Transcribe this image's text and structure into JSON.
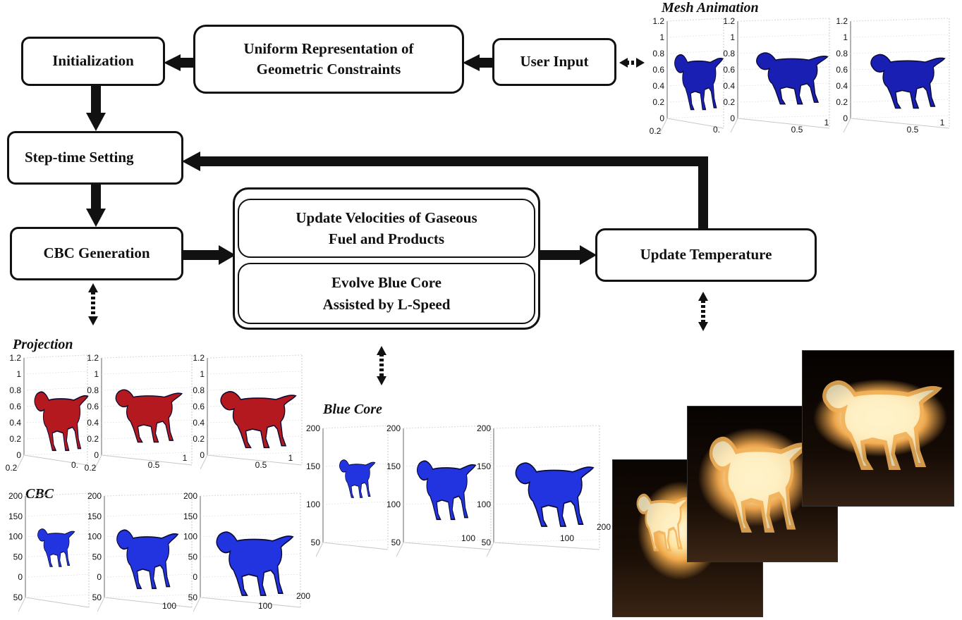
{
  "nodes": {
    "initialization": "Initialization",
    "uniform": "Uniform Representation of\nGeometric Constraints",
    "user_input": "User Input",
    "step_time": "Step-time Setting",
    "cbc_generation": "CBC Generation",
    "update_velocities": "Update Velocities of Gaseous\nFuel and Products",
    "evolve_blue_core": "Evolve Blue Core\nAssisted by L-Speed",
    "update_temperature": "Update Temperature"
  },
  "captions": {
    "mesh_animation": "Mesh Animation",
    "projection": "Projection",
    "cbc": "CBC",
    "blue_core": "Blue Core"
  },
  "axes": {
    "unit_y_ticks": [
      "1.2",
      "1",
      "0.8",
      "0.6",
      "0.4",
      "0.2",
      "0"
    ],
    "unit_bottom": [
      "0.2",
      "0.5",
      "1"
    ],
    "unit_bottom_first_panel": [
      "0.2",
      "0."
    ],
    "unit_x_ticks": [
      "0.5",
      "1"
    ],
    "grid_y_ticks": [
      "200",
      "150",
      "100",
      "50",
      "0",
      "50"
    ],
    "grid_x_ticks": [
      "100",
      "200"
    ],
    "blue_core_y_ticks": [
      "200",
      "150",
      "100",
      "50"
    ]
  },
  "colors": {
    "ink": "#111111",
    "mesh_blue": "#1a1fb4",
    "cbc_blue": "#2233e0",
    "projection_red": "#b3191e",
    "fire_glow": "#fff2c8",
    "fire_background": "#0c0602"
  },
  "illustrations": {
    "mesh_animation": "horse-mesh-blue",
    "projection": "horse-mesh-red",
    "cbc": "horse-solid-blue",
    "blue_core": "horse-solid-blue",
    "fire": "horse-flame"
  }
}
